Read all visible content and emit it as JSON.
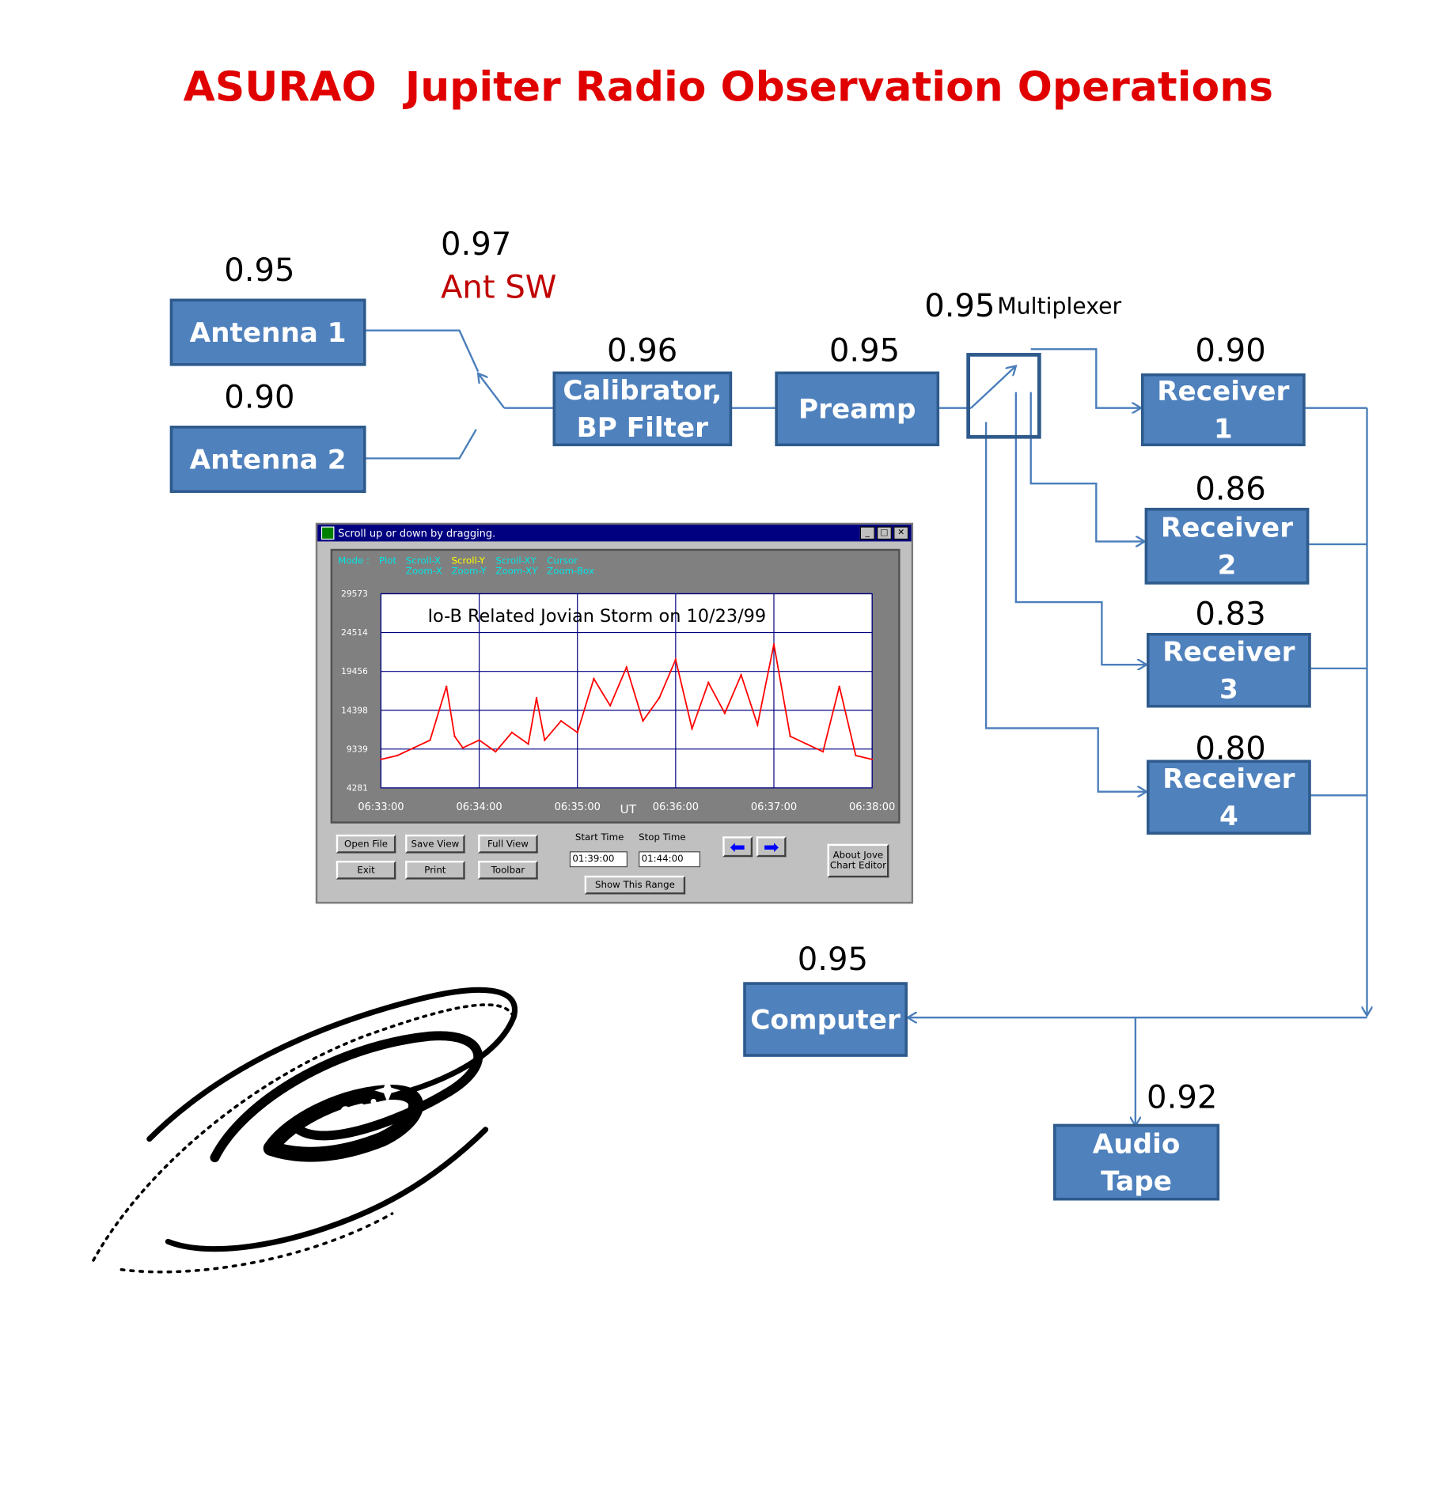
{
  "title": "ASURAO  Jupiter Radio Observation Operations",
  "colors": {
    "title": "#e00000",
    "box_fill": "#4f81bd",
    "box_border": "#2e5a8c",
    "line": "#4a7ebb",
    "ant_sw": "#c00000",
    "plot_line": "#ff0000"
  },
  "nodes": {
    "antenna1": {
      "label": "Antenna 1",
      "reliability": "0.95"
    },
    "antenna2": {
      "label": "Antenna 2",
      "reliability": "0.90"
    },
    "ant_sw": {
      "label": "Ant SW",
      "reliability": "0.97"
    },
    "calibrator": {
      "label": "Calibrator, BP Filter",
      "reliability": "0.96"
    },
    "preamp": {
      "label": "Preamp",
      "reliability": "0.95"
    },
    "multiplexer": {
      "label": "Multiplexer",
      "reliability": "0.95"
    },
    "receiver1": {
      "label": "Receiver 1",
      "reliability": "0.90"
    },
    "receiver2": {
      "label": "Receiver 2",
      "reliability": "0.86"
    },
    "receiver3": {
      "label": "Receiver 3",
      "reliability": "0.83"
    },
    "receiver4": {
      "label": "Receiver 4",
      "reliability": "0.80"
    },
    "computer": {
      "label": "Computer",
      "reliability": "0.95"
    },
    "audio_tape": {
      "label": "Audio Tape",
      "reliability": "0.92"
    }
  },
  "window": {
    "title": "Scroll up or down by dragging.",
    "mode_label": "Mode :",
    "modes": [
      {
        "top": "Plot",
        "bottom": ""
      },
      {
        "top": "Scroll-X",
        "bottom": "Zoom-X"
      },
      {
        "top": "Scroll-Y",
        "bottom": "Zoom-Y",
        "active": true
      },
      {
        "top": "Scroll-XY",
        "bottom": "Zoom-XY"
      },
      {
        "top": "Cursor",
        "bottom": "Zoom-Box"
      }
    ],
    "buttons": {
      "open_file": "Open File",
      "save_view": "Save View",
      "full_view": "Full View",
      "exit": "Exit",
      "print": "Print",
      "toolbar": "Toolbar",
      "show_range": "Show This Range",
      "about": "About Jove Chart Editor"
    },
    "start_time_label": "Start Time",
    "stop_time_label": "Stop Time",
    "start_time": "01:39:00",
    "stop_time": "01:44:00",
    "x_unit": "UT"
  },
  "chart_data": {
    "type": "line",
    "title": "Io-B Related Jovian Storm on 10/23/99",
    "xlabel": "UT",
    "x_ticks": [
      "06:33:00",
      "06:34:00",
      "06:35:00",
      "06:36:00",
      "06:37:00",
      "06:38:00"
    ],
    "y_ticks": [
      4281,
      9339,
      14398,
      19456,
      24514,
      29573
    ],
    "ylim": [
      4281,
      29573
    ],
    "grid": true,
    "series": [
      {
        "x": [
          "06:33:00",
          "06:33:10",
          "06:33:20",
          "06:33:30",
          "06:33:40",
          "06:33:45",
          "06:33:50",
          "06:34:00",
          "06:34:10",
          "06:34:20",
          "06:34:30",
          "06:34:35",
          "06:34:40",
          "06:34:50",
          "06:35:00",
          "06:35:10",
          "06:35:20",
          "06:35:30",
          "06:35:40",
          "06:35:50",
          "06:36:00",
          "06:36:10",
          "06:36:20",
          "06:36:30",
          "06:36:40",
          "06:36:50",
          "06:37:00",
          "06:37:10",
          "06:37:20",
          "06:37:30",
          "06:37:40",
          "06:37:50",
          "06:38:00"
        ],
        "y": [
          8000,
          8500,
          9500,
          10500,
          17500,
          11000,
          9500,
          10500,
          9000,
          11500,
          10000,
          16000,
          10500,
          13000,
          11500,
          18500,
          15000,
          20000,
          13000,
          16000,
          21000,
          12000,
          18000,
          14000,
          19000,
          12500,
          23000,
          11000,
          10000,
          9000,
          17500,
          8500,
          8000
        ]
      }
    ]
  }
}
